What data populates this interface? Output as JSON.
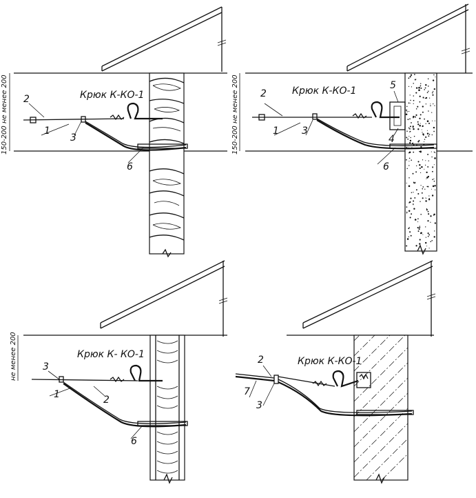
{
  "hook_label": "Крюк К-КО-1",
  "dimension_top": "150-200 не менее 200",
  "dimension_bottom": "не менее 200",
  "colors": {
    "ink": "#111111",
    "paper": "#ffffff"
  },
  "panels": [
    {
      "wall": "log",
      "hook_label": "Крюк К-КО-1",
      "labels": [
        "2",
        "1",
        "3",
        "6"
      ]
    },
    {
      "wall": "concrete-block",
      "hook_label": "Крюк К-КО-1",
      "labels": [
        "2",
        "1",
        "3",
        "5",
        "4",
        "6"
      ]
    },
    {
      "wall": "panel-with-insulation",
      "hook_label": "Крюк К- КО-1",
      "labels": [
        "3",
        "1",
        "2",
        "6"
      ]
    },
    {
      "wall": "brick",
      "hook_label": "Крюк К-КО-1",
      "labels": [
        "2",
        "7",
        "3"
      ]
    }
  ]
}
